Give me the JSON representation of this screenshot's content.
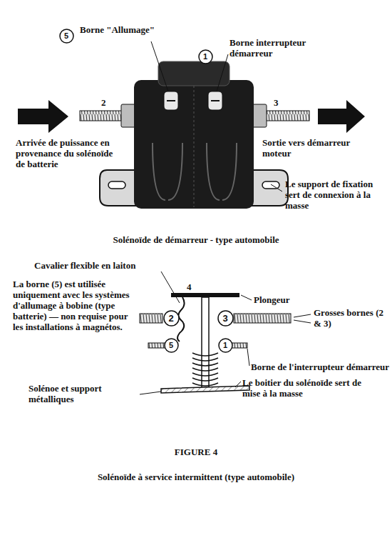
{
  "diagram": {
    "caption": "Solénoïde à service intermittent (type automobile)",
    "nodes": [
      {
        "text": [
          "5"
        ]
      },
      {
        "text": [
          "1"
        ]
      },
      {
        "text": [
          "2"
        ]
      },
      {
        "text": [
          "3"
        ]
      },
      {
        "text": [
          "5"
        ]
      },
      {
        "text": [
          "1"
        ]
      }
    ],
    "labels": [
      "Borne \"Allumage\"",
      "Borne interrupteur démarreur",
      "2",
      "3",
      "Arrivée de puissance en provenance du solénoïde de batterie",
      "Sortie vers démarreur moteur",
      "Le support de fixation sert de connexion à la masse",
      "Solénoïde de démarreur - type automobile",
      "Cavalier flexible en laiton",
      "4",
      "Plongeur",
      "La borne (5) est utilisée uniquement avec les systèmes d'allumage à bobine (type batterie) — non requise pour les installations à magnétos.",
      "Grosses bornes (2 & 3)",
      "Borne de l'interrupteur démarreur",
      "Solénoe et support métalliques",
      "Le boitier du solénoïde sert de mise à la masse",
      "FIGURE 4"
    ]
  }
}
